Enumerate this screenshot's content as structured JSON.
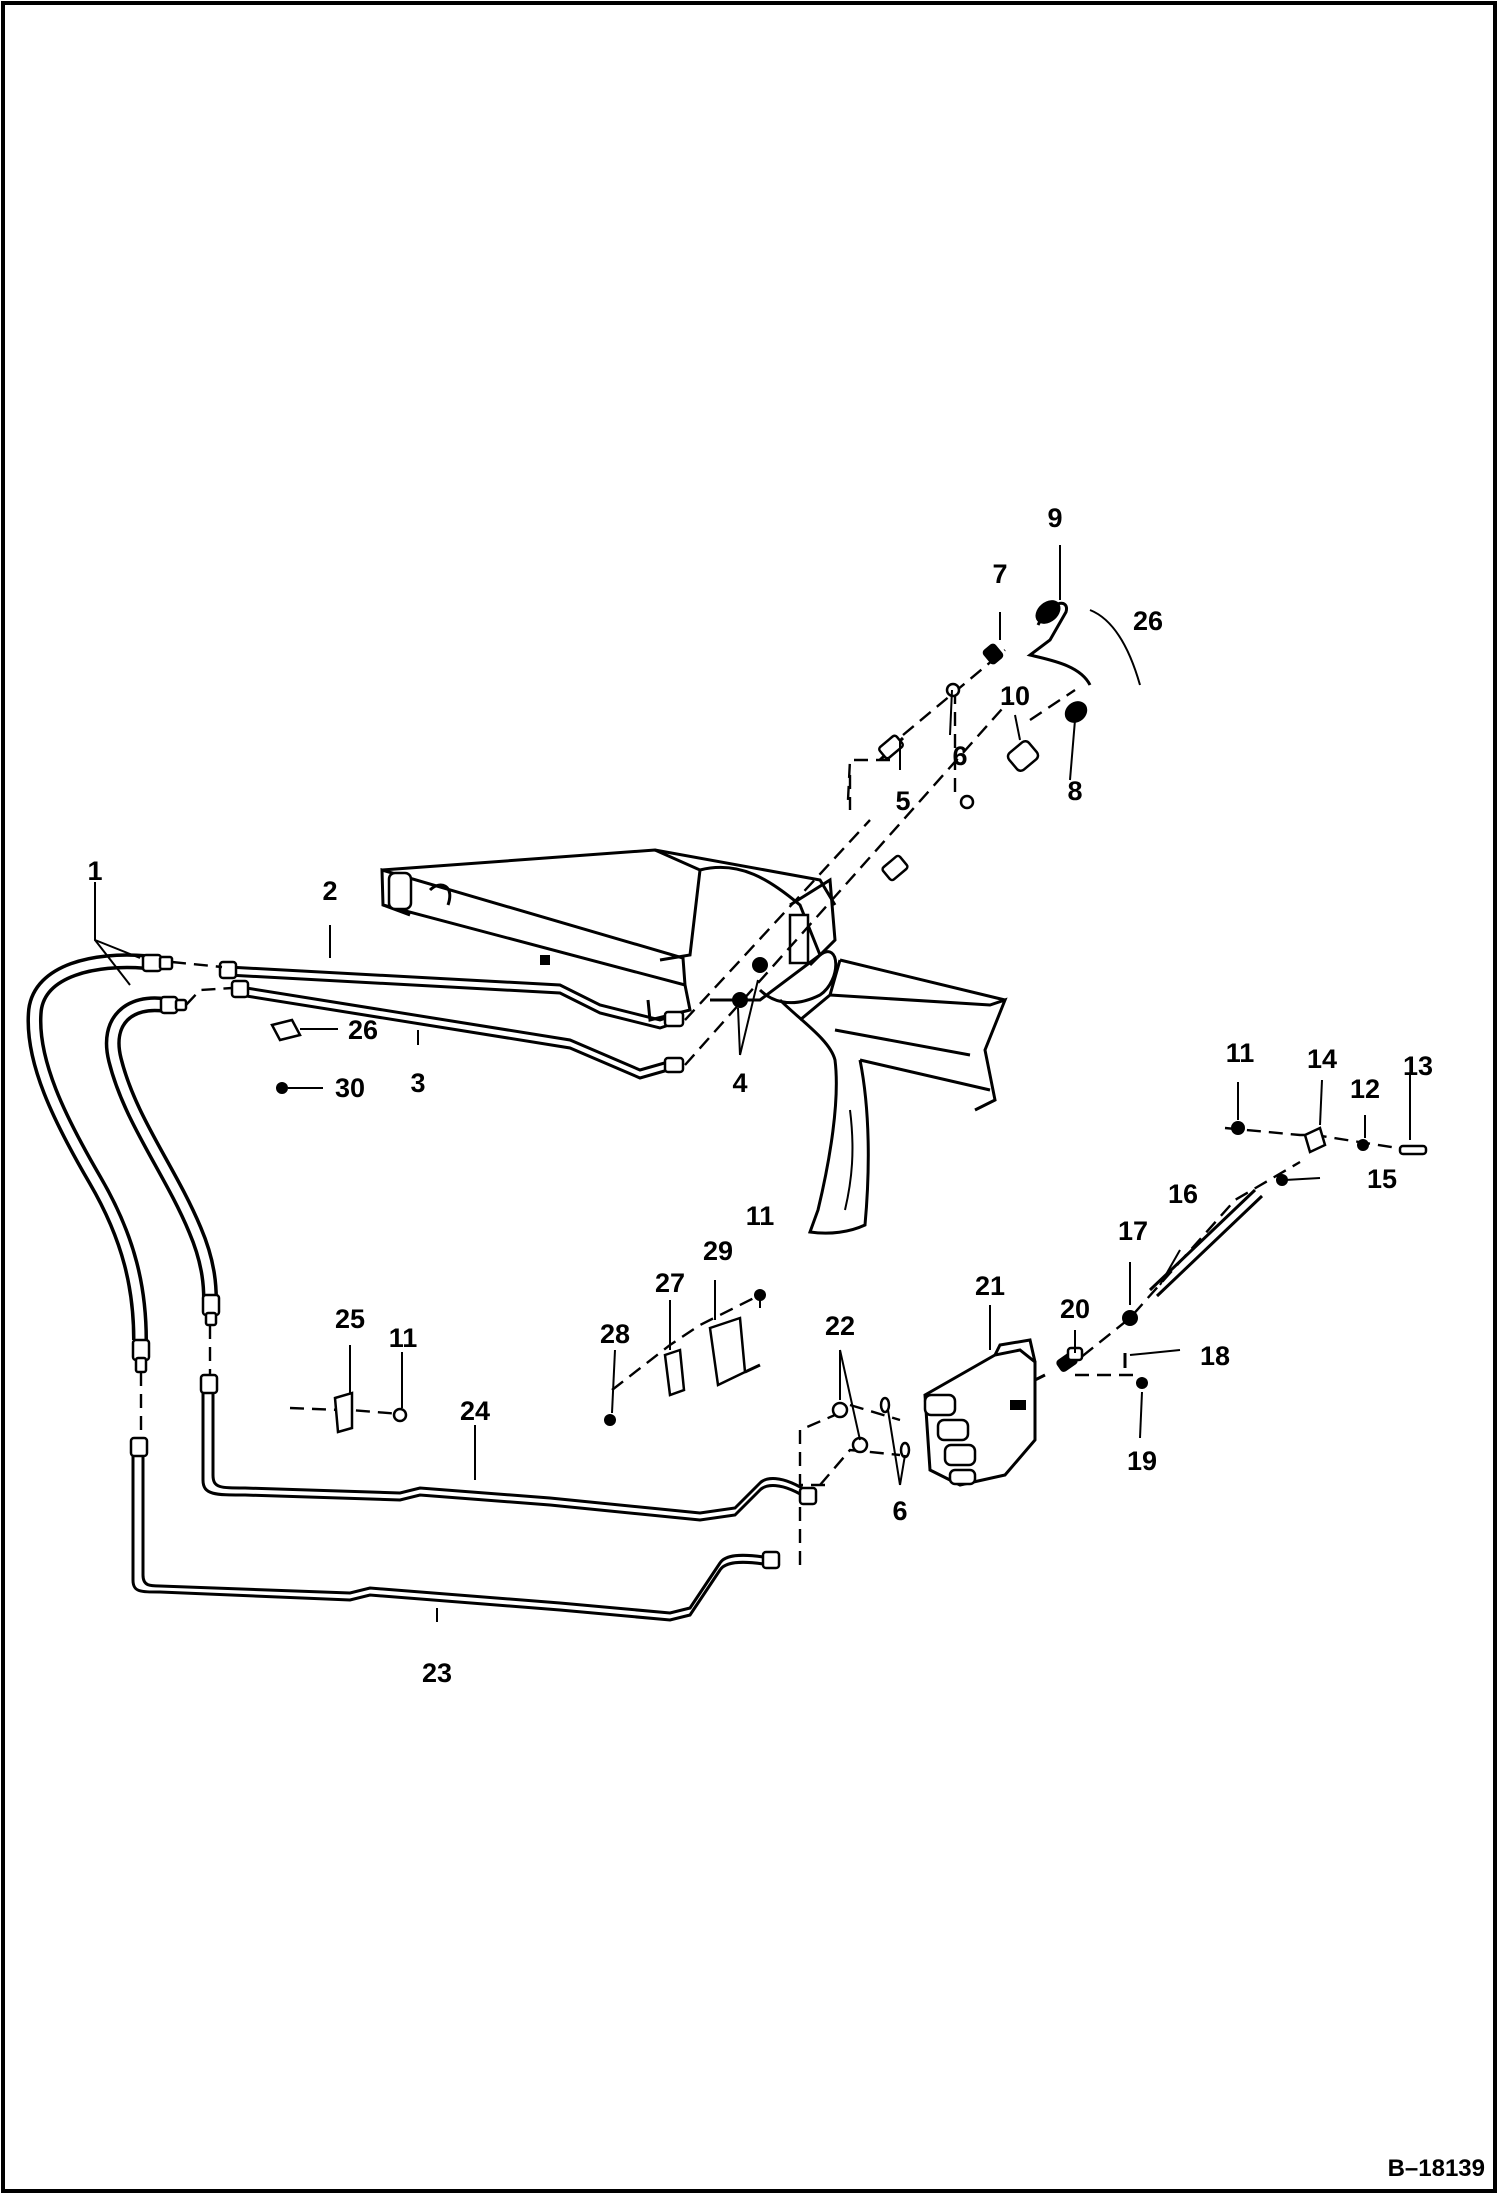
{
  "figure_id": "B–18139",
  "callouts": [
    {
      "label": "1"
    },
    {
      "label": "2"
    },
    {
      "label": "3"
    },
    {
      "label": "4"
    },
    {
      "label": "5"
    },
    {
      "label": "6"
    },
    {
      "label": "6"
    },
    {
      "label": "7"
    },
    {
      "label": "8"
    },
    {
      "label": "9"
    },
    {
      "label": "10"
    },
    {
      "label": "11"
    },
    {
      "label": "11"
    },
    {
      "label": "11"
    },
    {
      "label": "12"
    },
    {
      "label": "13"
    },
    {
      "label": "14"
    },
    {
      "label": "15"
    },
    {
      "label": "16"
    },
    {
      "label": "17"
    },
    {
      "label": "18"
    },
    {
      "label": "19"
    },
    {
      "label": "20"
    },
    {
      "label": "21"
    },
    {
      "label": "22"
    },
    {
      "label": "23"
    },
    {
      "label": "24"
    },
    {
      "label": "25"
    },
    {
      "label": "26"
    },
    {
      "label": "26"
    },
    {
      "label": "27"
    },
    {
      "label": "28"
    },
    {
      "label": "29"
    },
    {
      "label": "30"
    }
  ]
}
